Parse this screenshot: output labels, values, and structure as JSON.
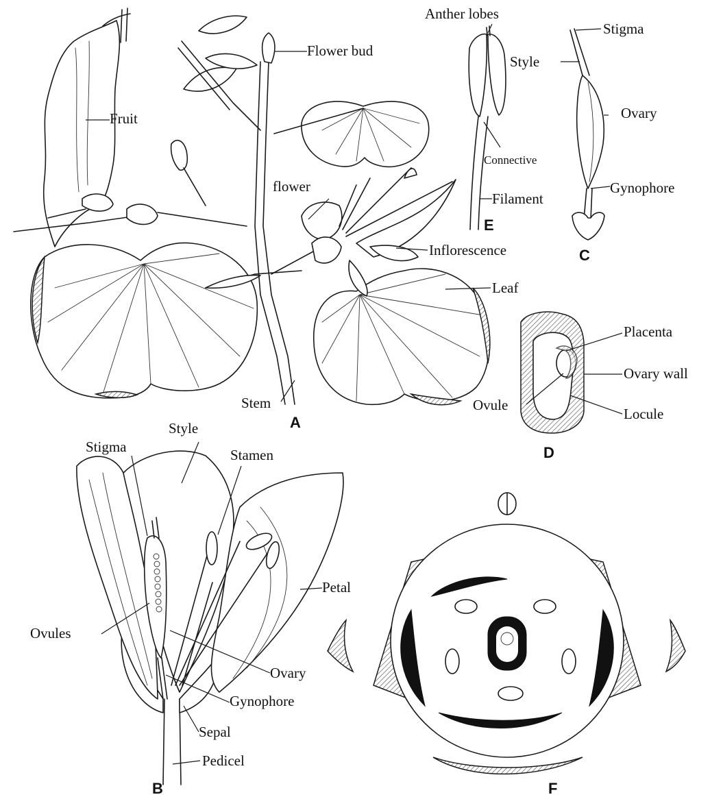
{
  "panels": {
    "A": "A",
    "B": "B",
    "C": "C",
    "D": "D",
    "E": "E",
    "F": "F"
  },
  "labels": {
    "A": {
      "fruit": "Fruit",
      "flower_bud": "Flower bud",
      "flower": "flower",
      "inflorescence": "Inflorescence",
      "leaf": "Leaf",
      "stem": "Stem"
    },
    "E": {
      "anther_lobes": "Anther lobes",
      "connective": "Connective",
      "filament": "Filament"
    },
    "C": {
      "stigma": "Stigma",
      "style": "Style",
      "ovary": "Ovary",
      "gynophore": "Gynophore"
    },
    "D": {
      "placenta": "Placenta",
      "ovary_wall": "Ovary wall",
      "ovule": "Ovule",
      "locule": "Locule"
    },
    "B": {
      "stigma": "Stigma",
      "style": "Style",
      "stamen": "Stamen",
      "petal": "Petal",
      "ovules": "Ovules",
      "ovary": "Ovary",
      "gynophore": "Gynophore",
      "sepal": "Sepal",
      "pedicel": "Pedicel"
    }
  },
  "colors": {
    "ink": "#111111",
    "paper": "#ffffff",
    "hatch": "#555555"
  }
}
